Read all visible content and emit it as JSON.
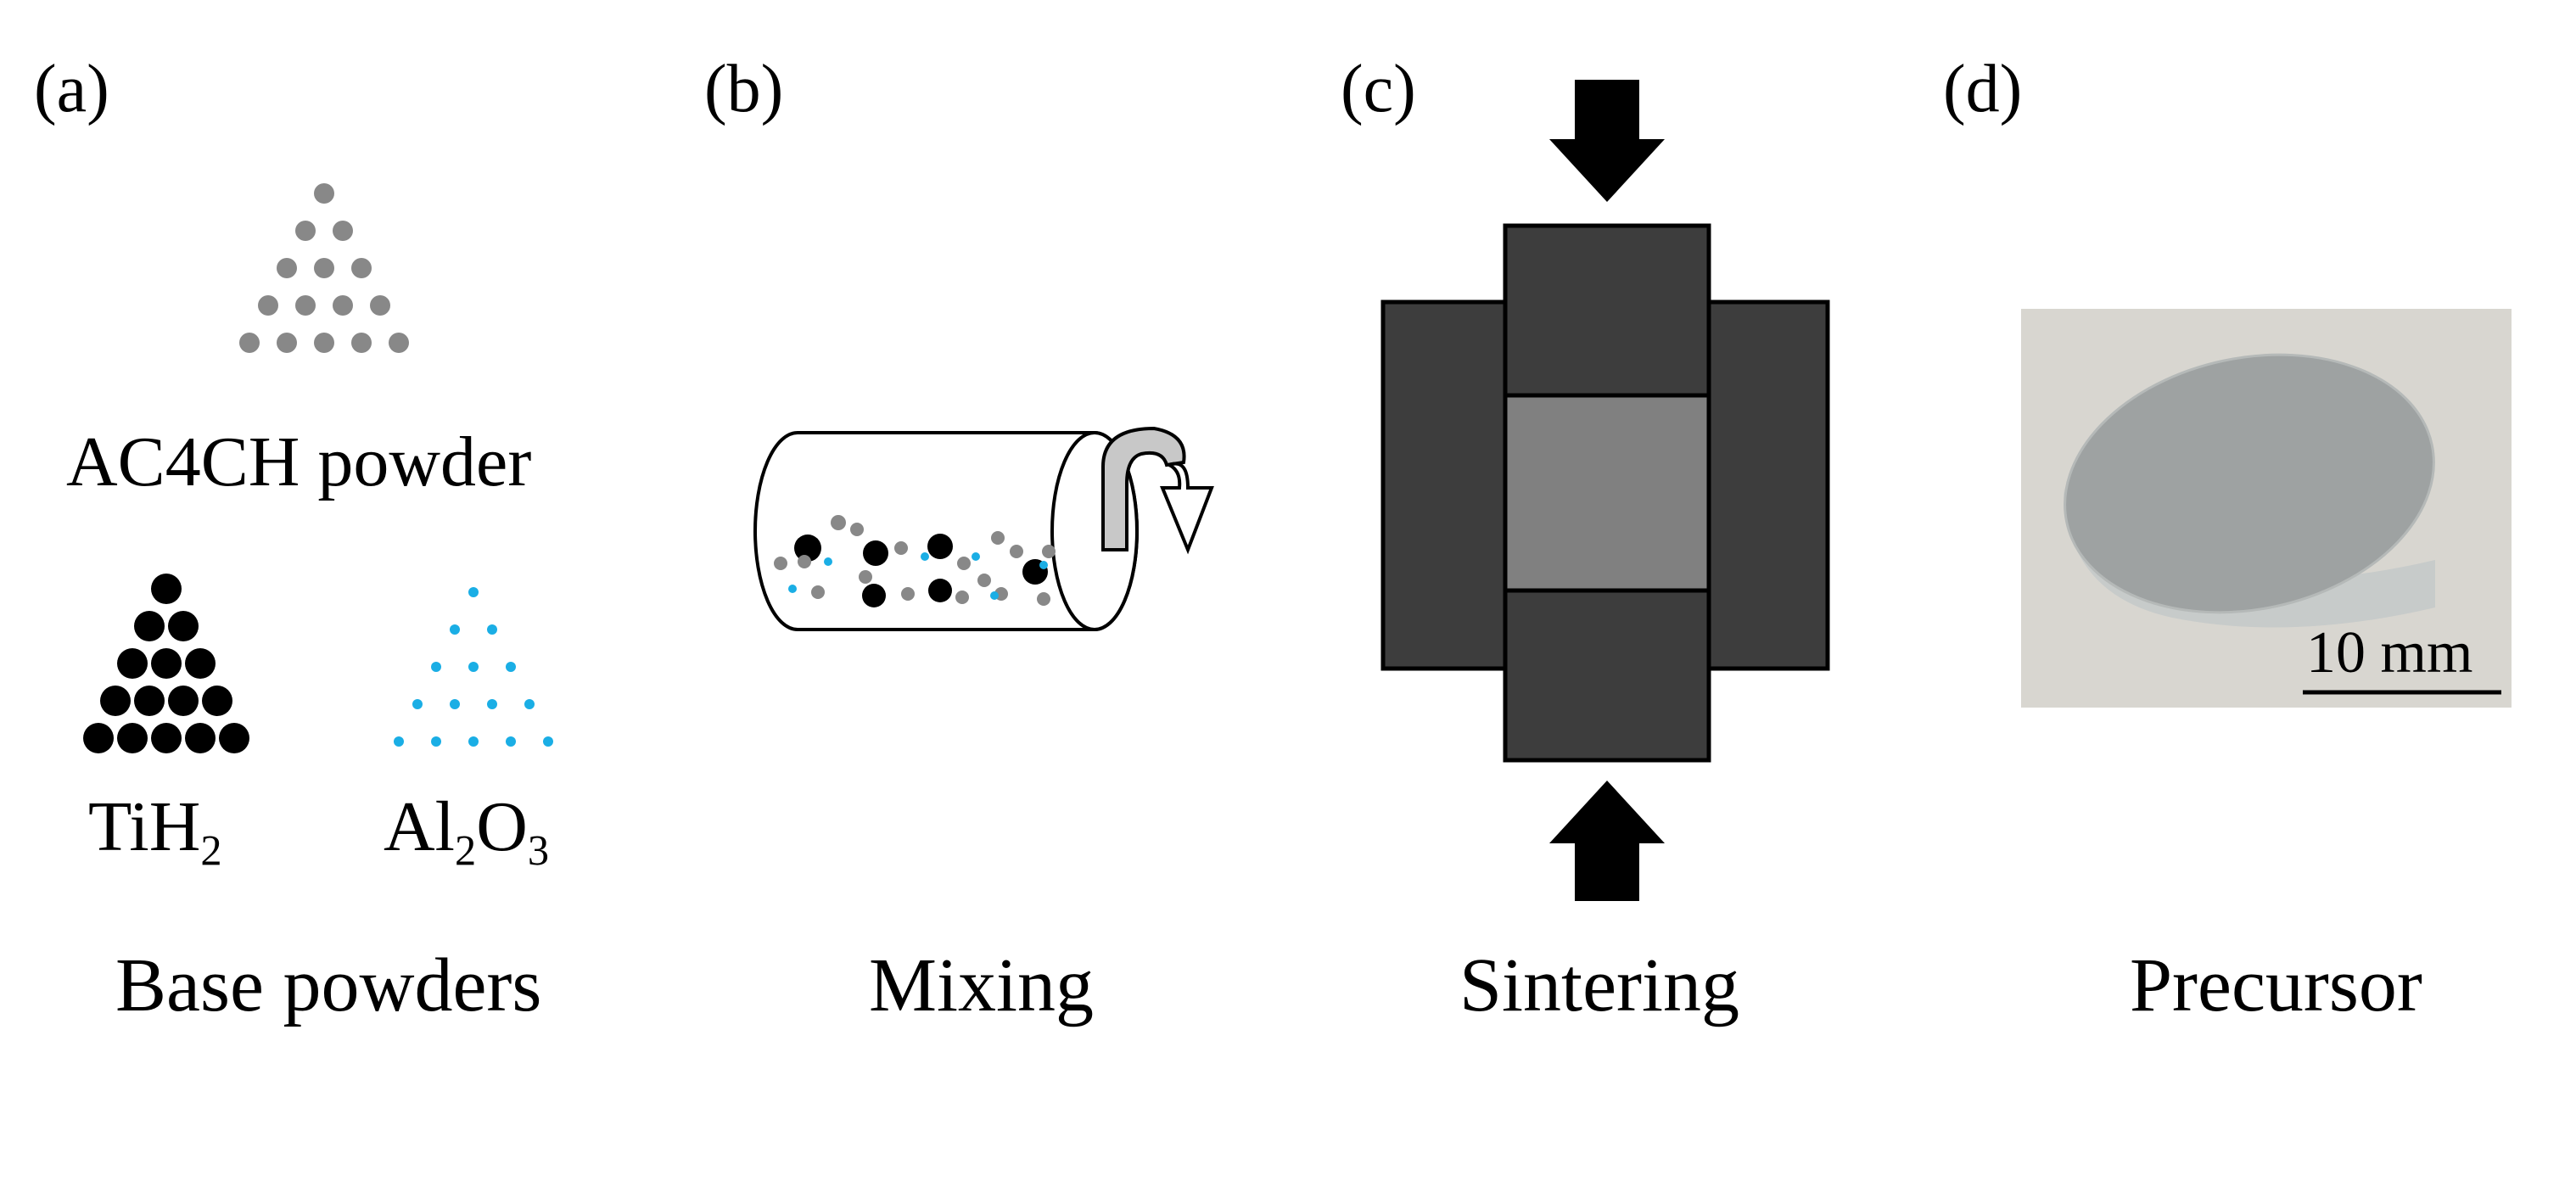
{
  "panels": [
    {
      "tag": "(a)",
      "caption": "Base powders"
    },
    {
      "tag": "(b)",
      "caption": "Mixing"
    },
    {
      "tag": "(c)",
      "caption": "Sintering"
    },
    {
      "tag": "(d)",
      "caption": "Precursor"
    }
  ],
  "powders": {
    "ac4ch": {
      "label": "AC4CH powder"
    },
    "tih2": {
      "base": "TiH",
      "sub": "2"
    },
    "al2o3": {
      "base1": "Al",
      "sub1": "2",
      "base2": "O",
      "sub2": "3"
    }
  },
  "photo": {
    "scale_label": "10 mm"
  },
  "colors": {
    "ac4ch": "#888888",
    "tih2": "#000000",
    "al2o3": "#1aaee5",
    "die": "#3d3d3d",
    "sample": "#808080",
    "arrow": "#000000",
    "arrow_curl": "#c8c8c8",
    "photo_bg": "#d8d6d0",
    "disk_top": "#9ea2a2",
    "disk_edge": "#c7cbca"
  }
}
